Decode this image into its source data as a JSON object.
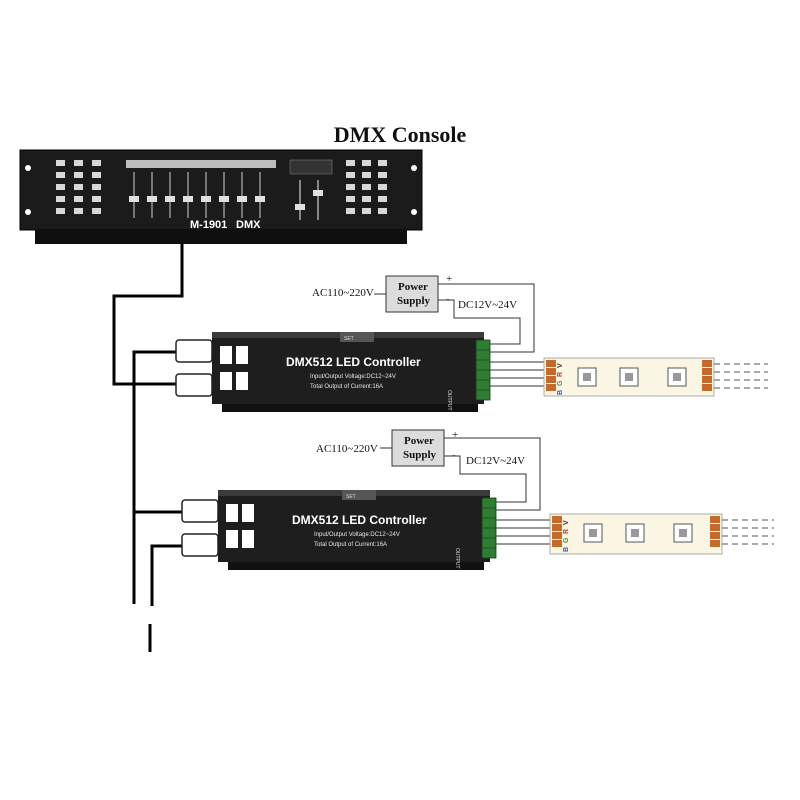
{
  "console": {
    "title": "DMX Console",
    "model": "M-1901",
    "label": "DMX"
  },
  "power_supplies": [
    {
      "line1": "Power",
      "line2": "Supply",
      "input": "AC110~220V",
      "output": "DC12V~24V",
      "plus": "+",
      "minus": "-"
    },
    {
      "line1": "Power",
      "line2": "Supply",
      "input": "AC110~220V",
      "output": "DC12V~24V",
      "plus": "+",
      "minus": "-"
    }
  ],
  "controllers": [
    {
      "title": "DMX512 LED Controller",
      "voltage": "Input/Output Voltage:DC12~24V",
      "current": "Total Output of Current:16A",
      "set_label": "SET",
      "output_label": "OUTPUT"
    },
    {
      "title": "DMX512 LED Controller",
      "voltage": "Input/Output Voltage:DC12~24V",
      "current": "Total Output of Current:16A",
      "set_label": "SET",
      "output_label": "OUTPUT"
    }
  ],
  "strips": [
    {
      "pins": [
        "B",
        "G",
        "R",
        "V"
      ]
    },
    {
      "pins": [
        "B",
        "G",
        "R",
        "V"
      ]
    }
  ],
  "colors": {
    "device_body": "#1e1e1e",
    "terminal": "#2e7d32",
    "strip_bg": "#fbf6e4",
    "pin_copper": "#c56a2b",
    "wire": "#333333",
    "psu_fill": "#dcdcdc"
  }
}
